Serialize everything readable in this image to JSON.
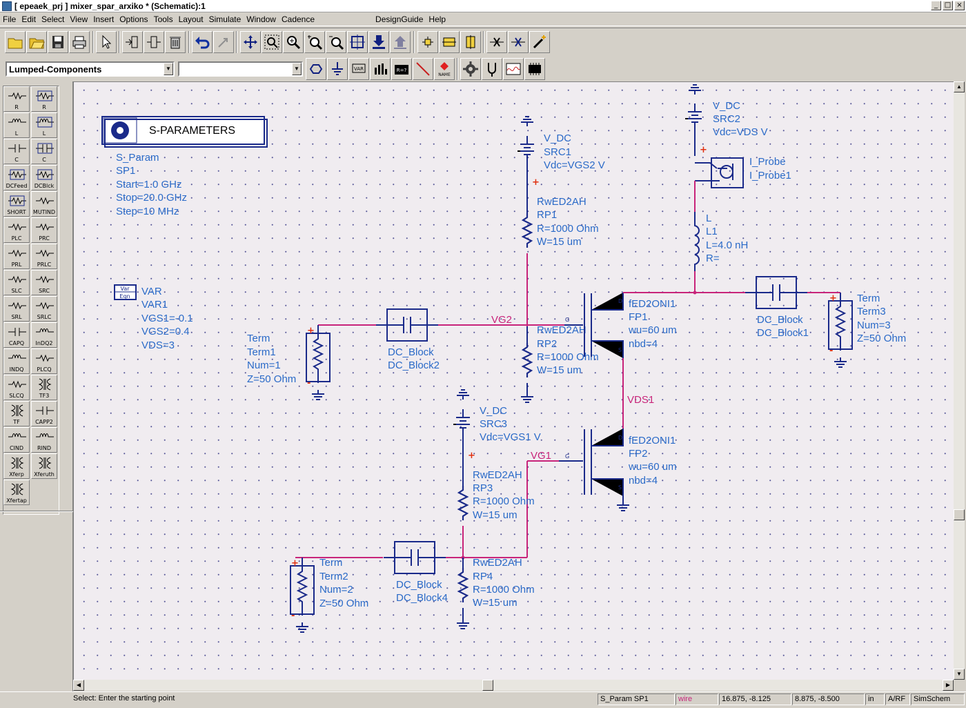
{
  "window": {
    "title": "[ epeaek_prj ] mixer_spar_arxiko * (Schematic):1",
    "btn_min": "_",
    "btn_max": "□",
    "btn_close": "×"
  },
  "menu": {
    "file": "File",
    "edit": "Edit",
    "select": "Select",
    "view": "View",
    "insert": "Insert",
    "options": "Options",
    "tools": "Tools",
    "layout": "Layout",
    "simulate": "Simulate",
    "window": "Window",
    "cadence": "Cadence",
    "designguide": "DesignGuide",
    "help": "Help"
  },
  "toolbar2": {
    "library_combo": "Lumped-Components",
    "component_combo": "",
    "var_btn": "VAR",
    "name_btn": "NAME",
    "rvar_btn": "R=?"
  },
  "palette": {
    "items": [
      {
        "label": "R"
      },
      {
        "label": "R"
      },
      {
        "label": "L"
      },
      {
        "label": "L"
      },
      {
        "label": "C"
      },
      {
        "label": "C"
      },
      {
        "label": "DCFeed"
      },
      {
        "label": "DCBlck"
      },
      {
        "label": "SHORT"
      },
      {
        "label": "MUTIND"
      },
      {
        "label": "PLC"
      },
      {
        "label": "PRC"
      },
      {
        "label": "PRL"
      },
      {
        "label": "PRLC"
      },
      {
        "label": "SLC"
      },
      {
        "label": "SRC"
      },
      {
        "label": "SRL"
      },
      {
        "label": "SRLC"
      },
      {
        "label": "CAPQ"
      },
      {
        "label": "InDQ2"
      },
      {
        "label": "INDQ"
      },
      {
        "label": "PLCQ"
      },
      {
        "label": "SLCQ"
      },
      {
        "label": "TF3"
      },
      {
        "label": "TF"
      },
      {
        "label": "CAPP2"
      },
      {
        "label": "CIND"
      },
      {
        "label": "RIND"
      },
      {
        "label": "Xferp"
      },
      {
        "label": "Xferuth"
      },
      {
        "label": "Xfertap"
      }
    ]
  },
  "schematic": {
    "sparam_box": "S-PARAMETERS",
    "sparam": {
      "type": "S_Param",
      "name": "SP1",
      "start": "Start=1.0 GHz",
      "stop": "Stop=20.0 GHz",
      "step": "Step=10 MHz"
    },
    "var_icon": {
      "l1": "Var",
      "l2": "Eqn"
    },
    "var": {
      "type": "VAR",
      "name": "VAR1",
      "v1": "VGS1=-0.1",
      "v2": "VGS2=0.4",
      "v3": "VDS=3"
    },
    "src1": {
      "type": "V_DC",
      "name": "SRC1",
      "val": "Vdc=VGS2 V"
    },
    "src2": {
      "type": "V_DC",
      "name": "SRC2",
      "val": "Vdc=VDS V"
    },
    "src3": {
      "type": "V_DC",
      "name": "SRC3",
      "val": "Vdc=VGS1 V"
    },
    "probe": {
      "type": "I_Probe",
      "name": "I_Probe1"
    },
    "l1": {
      "type": "L",
      "name": "L1",
      "val": "L=4.0 nH",
      "r": "R="
    },
    "rp1": {
      "type": "RwED2AH",
      "name": "RP1",
      "r": "R=1000 Ohm",
      "w": "W=15 um"
    },
    "rp2": {
      "type": "RwED2AH",
      "name": "RP2",
      "r": "R=1000 Ohm",
      "w": "W=15 um"
    },
    "rp3": {
      "type": "RwED2AH",
      "name": "RP3",
      "r": "R=1000 Ohm",
      "w": "W=15 um"
    },
    "rp4": {
      "type": "RwED2AH",
      "name": "RP4",
      "r": "R=1000 Ohm",
      "w": "W=15 um"
    },
    "fp1": {
      "type": "fED2ONI1",
      "name": "FP1",
      "wu": "wu=60 um",
      "nbd": "nbd=4"
    },
    "fp2": {
      "type": "fED2ONI1",
      "name": "FP2",
      "wu": "wu=60 um",
      "nbd": "nbd=4"
    },
    "dcb1": {
      "type": "DC_Block",
      "name": "DC_Block1"
    },
    "dcb2": {
      "type": "DC_Block",
      "name": "DC_Block2"
    },
    "dcb4": {
      "type": "DC_Block",
      "name": "DC_Block4"
    },
    "term1": {
      "type": "Term",
      "name": "Term1",
      "num": "Num=1",
      "z": "Z=50 Ohm"
    },
    "term2": {
      "type": "Term",
      "name": "Term2",
      "num": "Num=2",
      "z": "Z=50 Ohm"
    },
    "term3": {
      "type": "Term",
      "name": "Term3",
      "num": "Num=3",
      "z": "Z=50 Ohm"
    },
    "nets": {
      "vg2": "VG2",
      "vg1": "VG1",
      "vds1": "VDS1"
    },
    "pins": {
      "g": "G",
      "d": "D",
      "s": "S"
    }
  },
  "status": {
    "message": "Select: Enter the starting point",
    "component": "S_Param SP1",
    "mode": "wire",
    "coord1": "16.875, -8.125",
    "coord2": "8.875, -8.500",
    "units": "in",
    "tech": "A/RF",
    "context": "SimSchem"
  }
}
